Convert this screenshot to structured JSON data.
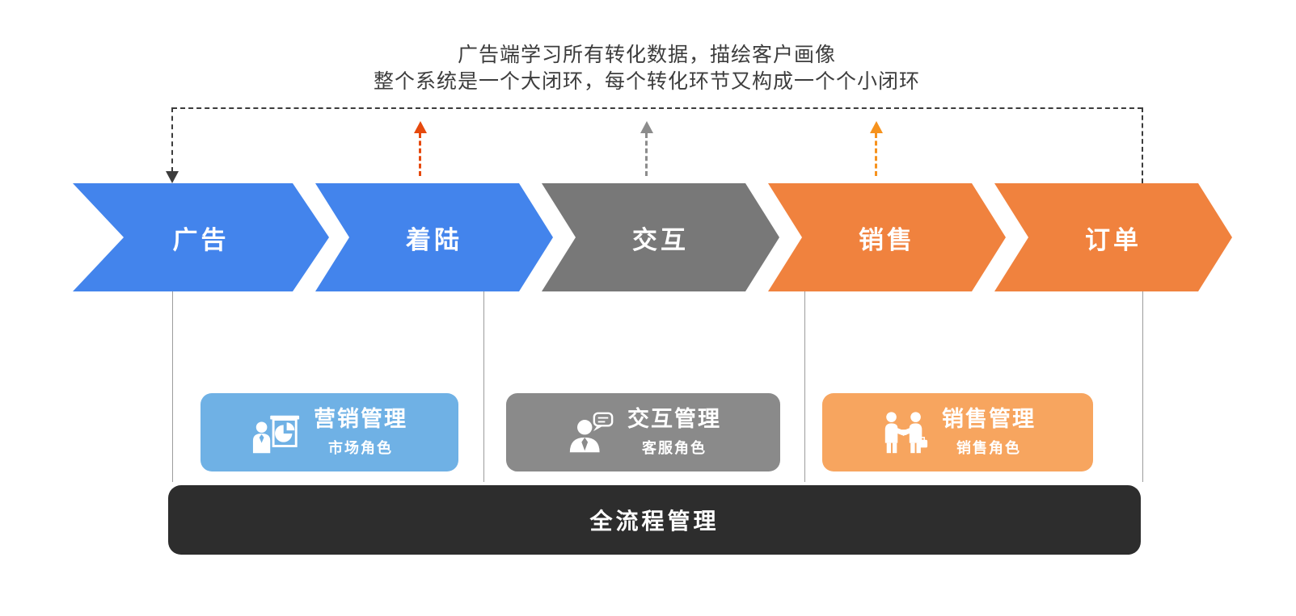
{
  "caption": {
    "line1": "广告端学习所有转化数据，描绘客户画像",
    "line2": "整个系统是一个大闭环，每个转化环节又构成一个个小闭环"
  },
  "funnel": {
    "stages": [
      {
        "label": "广告",
        "color": "#4384ec"
      },
      {
        "label": "着陆",
        "color": "#4384ec"
      },
      {
        "label": "交互",
        "color": "#787878"
      },
      {
        "label": "销售",
        "color": "#f0823e"
      },
      {
        "label": "订单",
        "color": "#f0823e"
      }
    ]
  },
  "feedback_loop": {
    "line_color": "#3c3c3c",
    "arrows": [
      {
        "target": "广告",
        "direction": "down",
        "color": "#3c3c3c"
      },
      {
        "target": "着陆",
        "direction": "up",
        "color": "#e6490d"
      },
      {
        "target": "交互",
        "direction": "up",
        "color": "#8c8c8c"
      },
      {
        "target": "销售",
        "direction": "up",
        "color": "#f6921d"
      }
    ]
  },
  "cards": [
    {
      "title": "营销管理",
      "subtitle": "市场角色",
      "icon": "presentation-chart-person",
      "color": "#6fb1e5"
    },
    {
      "title": "交互管理",
      "subtitle": "客服角色",
      "icon": "agent-speech-bubble",
      "color": "#8a8a8a"
    },
    {
      "title": "销售管理",
      "subtitle": "销售角色",
      "icon": "handshake-people",
      "color": "#f7a55f"
    }
  ],
  "bottom_bar": {
    "label": "全流程管理",
    "color": "#2d2d2d"
  }
}
